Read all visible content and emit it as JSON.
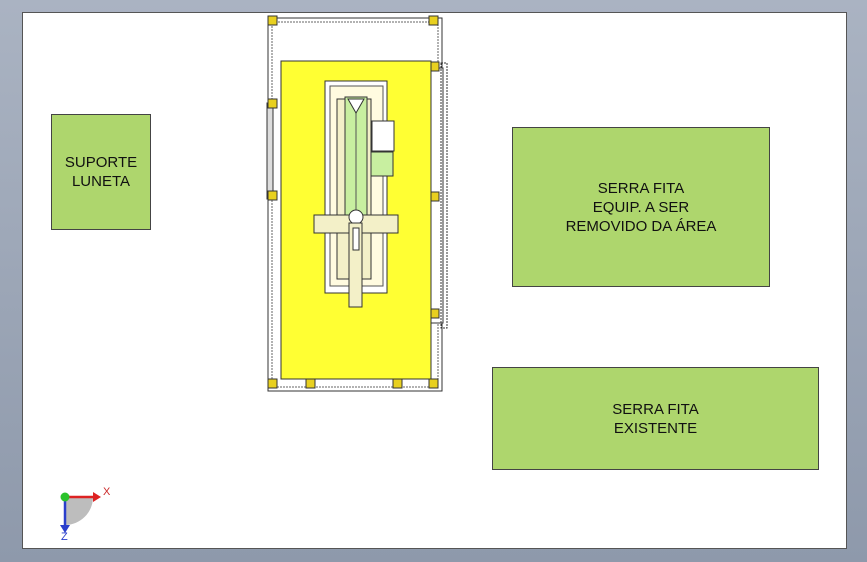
{
  "boxes": {
    "suporte_luneta": "SUPORTE\nLUNETA",
    "serra_fita_removida": "SERRA FITA\nEQUIP. A SER\nREMOVIDO DA ÁREA",
    "serra_fita_existente": "SERRA FITA\nEXISTENTE"
  },
  "triad": {
    "x_label": "X",
    "z_label": "Z"
  },
  "colors": {
    "box_fill": "#aed66d",
    "machine_fill": "#ffff33",
    "part_fill": "#f3f0c8",
    "green_part": "#c8efa0"
  }
}
